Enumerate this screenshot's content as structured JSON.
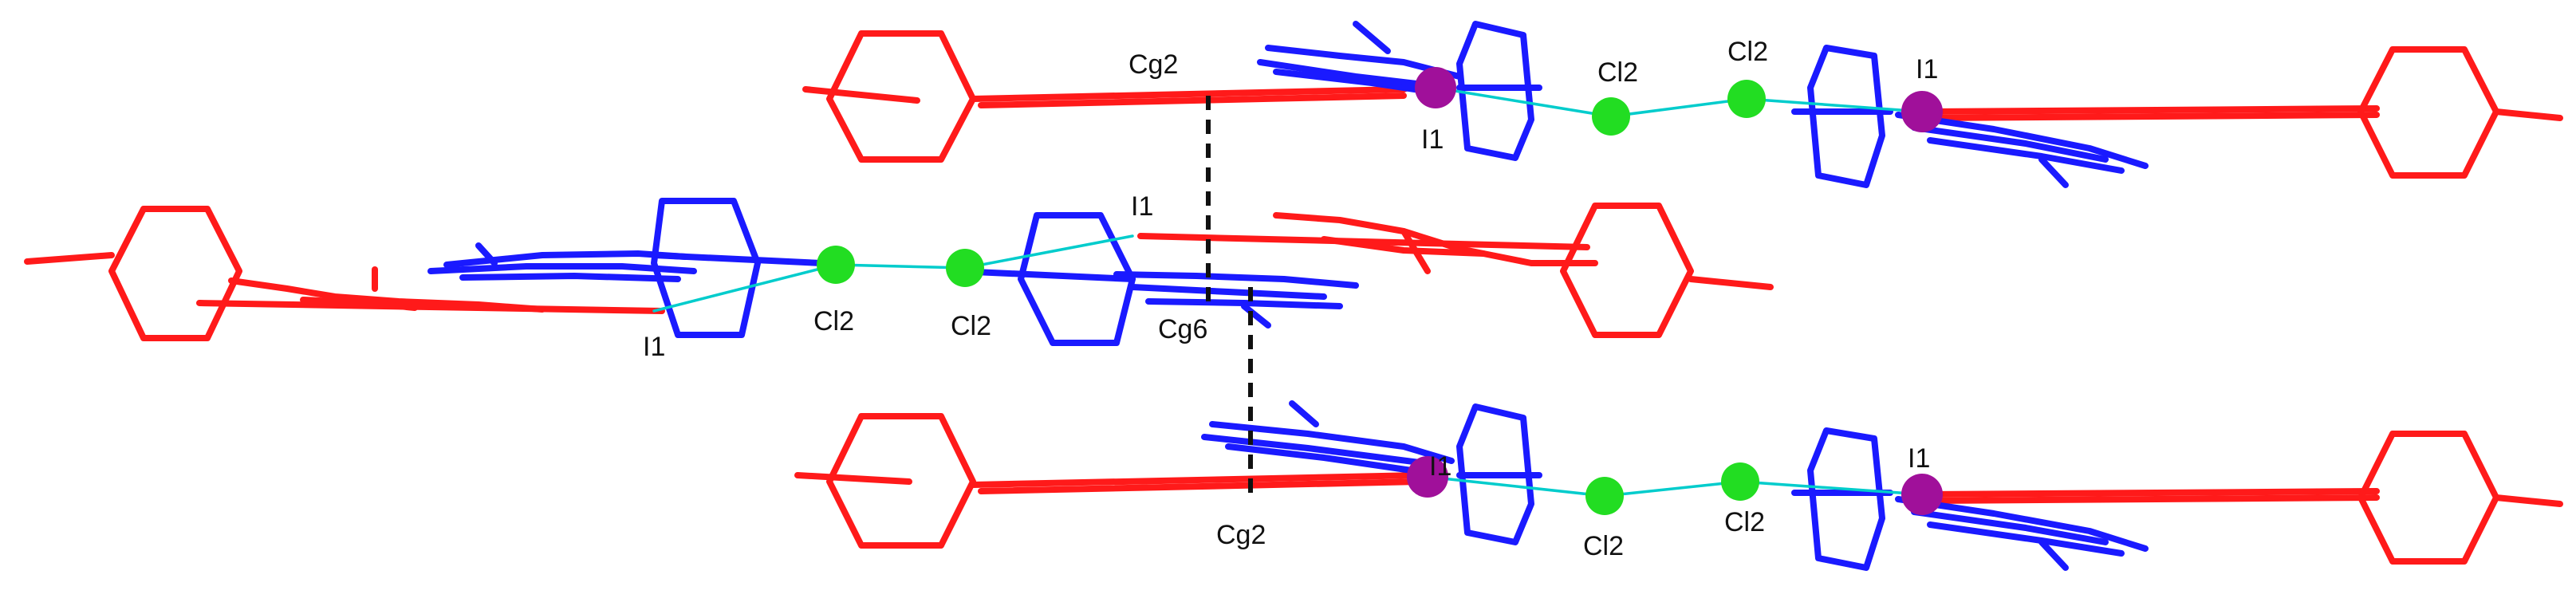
{
  "colors": {
    "outer_fragment": "#ff1a1a",
    "inner_fragment": "#1a1aff",
    "iodine": "#a0109a",
    "chlorine": "#22dd22",
    "halogen_bond": "#00cccc",
    "pi_contact": "#111111"
  },
  "labels": {
    "top": {
      "cg2": "Cg2",
      "i1_left": "I1",
      "cl2_left": "Cl2",
      "cl2_right": "Cl2",
      "i1_right": "I1"
    },
    "middle": {
      "i1_upper": "I1",
      "i1_lower": "I1",
      "cl2_left": "Cl2",
      "cl2_right": "Cl2",
      "cg6": "Cg6"
    },
    "bottom": {
      "cg2": "Cg2",
      "i1_left": "I1",
      "cl2_left": "Cl2",
      "cl2_right": "Cl2",
      "i1_right": "I1"
    }
  }
}
